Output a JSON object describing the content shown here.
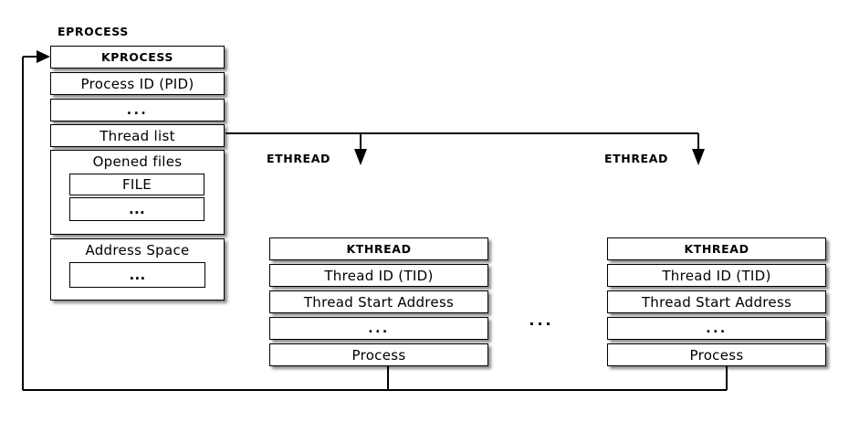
{
  "eprocess": {
    "title": "EPROCESS",
    "rows": [
      "KPROCESS",
      "Process ID (PID)",
      "...",
      "Thread list"
    ],
    "opened_files": {
      "label": "Opened files",
      "file_row": "FILE",
      "more_row": "..."
    },
    "address_space": {
      "label": "Address Space",
      "more_row": "..."
    }
  },
  "threads": {
    "left": {
      "label": "ETHREAD",
      "rows": [
        "KTHREAD",
        "Thread ID (TID)",
        "Thread Start Address",
        "...",
        "Process"
      ]
    },
    "right": {
      "label": "ETHREAD",
      "rows": [
        "KTHREAD",
        "Thread ID (TID)",
        "Thread Start Address",
        "...",
        "Process"
      ]
    },
    "between_ellipsis": "..."
  },
  "colors": {
    "background": "#ffffff",
    "box_fill": "#ffffff",
    "box_border": "#000000",
    "line": "#000000",
    "shadow_gray": "#999999"
  }
}
